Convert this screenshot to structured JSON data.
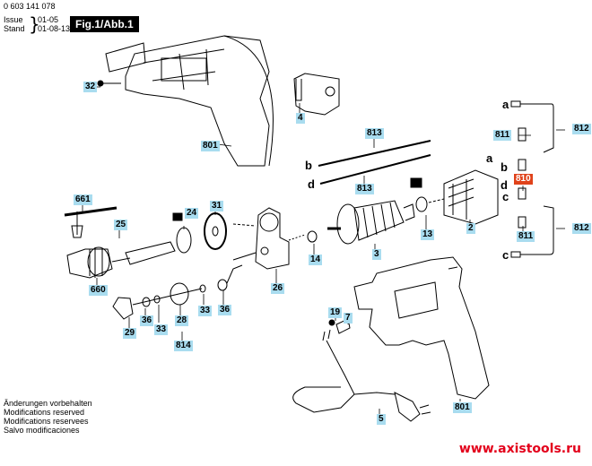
{
  "header": {
    "part_number": "0 603 141 078",
    "issue_label": "Issue",
    "stand_label": "Stand",
    "issue_value": "01-05",
    "stand_value": "01-08-13",
    "figure_title": "Fig.1/Abb.1"
  },
  "footer": {
    "notes": [
      "Änderungen vorbehalten",
      "Modifications reserved",
      "Modifications reservees",
      "Salvo modificaciones"
    ],
    "website": "www.axistools.ru"
  },
  "colors": {
    "label_bg": "#a9dcef",
    "highlight_bg": "#e0421a",
    "website": "#e3001b"
  },
  "part_labels": [
    {
      "id": "32",
      "highlighted": false
    },
    {
      "id": "801",
      "highlighted": false
    },
    {
      "id": "4",
      "highlighted": false
    },
    {
      "id": "813",
      "highlighted": false
    },
    {
      "id": "813",
      "highlighted": false
    },
    {
      "id": "811",
      "highlighted": false
    },
    {
      "id": "812",
      "highlighted": false
    },
    {
      "id": "810",
      "highlighted": true
    },
    {
      "id": "2",
      "highlighted": false
    },
    {
      "id": "811",
      "highlighted": false
    },
    {
      "id": "812",
      "highlighted": false
    },
    {
      "id": "661",
      "highlighted": false
    },
    {
      "id": "25",
      "highlighted": false
    },
    {
      "id": "24",
      "highlighted": false
    },
    {
      "id": "31",
      "highlighted": false
    },
    {
      "id": "660",
      "highlighted": false
    },
    {
      "id": "26",
      "highlighted": false
    },
    {
      "id": "14",
      "highlighted": false
    },
    {
      "id": "3",
      "highlighted": false
    },
    {
      "id": "13",
      "highlighted": false
    },
    {
      "id": "29",
      "highlighted": false
    },
    {
      "id": "36",
      "highlighted": false
    },
    {
      "id": "33",
      "highlighted": false
    },
    {
      "id": "28",
      "highlighted": false
    },
    {
      "id": "814",
      "highlighted": false
    },
    {
      "id": "33",
      "highlighted": false
    },
    {
      "id": "36",
      "highlighted": false
    },
    {
      "id": "19",
      "highlighted": false
    },
    {
      "id": "7",
      "highlighted": false
    },
    {
      "id": "5",
      "highlighted": false
    },
    {
      "id": "801",
      "highlighted": false
    }
  ],
  "wire_letters": [
    "a",
    "b",
    "d",
    "a",
    "b",
    "d",
    "c",
    "c"
  ]
}
